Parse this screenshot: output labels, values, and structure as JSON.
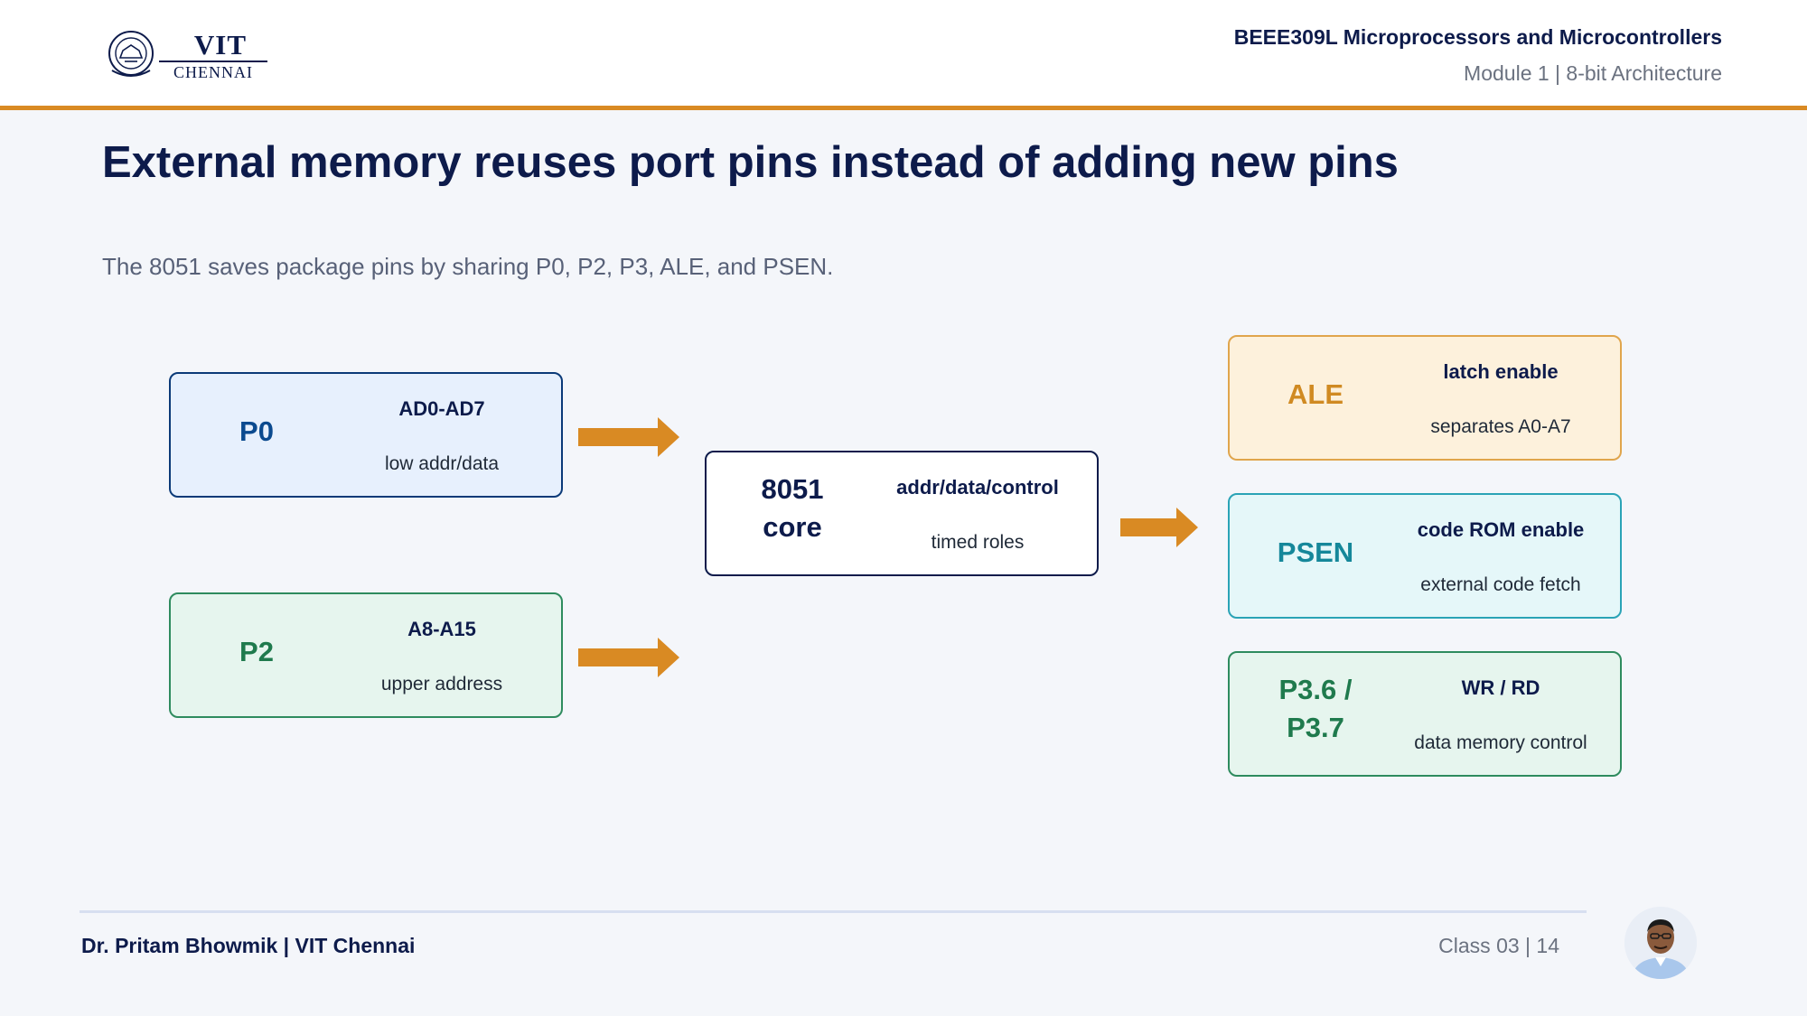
{
  "header": {
    "logo": {
      "name": "VIT",
      "sub": "CHENNAI"
    },
    "course_title": "BEEE309L Microprocessors and Microcontrollers",
    "course_sub": "Module 1 | 8-bit Architecture"
  },
  "slide": {
    "title": "External memory reuses port pins instead of adding new pins",
    "subtitle": "The 8051 saves package pins by sharing P0, P2, P3, ALE, and PSEN."
  },
  "diagram": {
    "p0": {
      "name": "P0",
      "label": "AD0-AD7",
      "desc": "low addr/data"
    },
    "p2": {
      "name": "P2",
      "label": "A8-A15",
      "desc": "upper address"
    },
    "core": {
      "name_line1": "8051",
      "name_line2": "core",
      "label": "addr/data/control",
      "desc": "timed roles"
    },
    "ale": {
      "name": "ALE",
      "label": "latch enable",
      "desc": "separates A0-A7"
    },
    "psen": {
      "name": "PSEN",
      "label": "code ROM enable",
      "desc": "external code fetch"
    },
    "p3": {
      "name_line1": "P3.6 /",
      "name_line2": "P3.7",
      "label": "WR / RD",
      "desc": "data memory control"
    }
  },
  "colors": {
    "accent": "#d98a23",
    "navy": "#0d1b4b",
    "p0_fill": "#e7f0fd",
    "p0_text": "#0b4a8f",
    "green_fill": "#e6f5ee",
    "green_text": "#1f7a4d",
    "ale_fill": "#fdf1dc",
    "ale_text": "#d08a22",
    "psen_fill": "#e5f7f9",
    "psen_text": "#15879a"
  },
  "footer": {
    "author": "Dr. Pritam Bhowmik | VIT Chennai",
    "class_page": "Class 03  |  14"
  }
}
